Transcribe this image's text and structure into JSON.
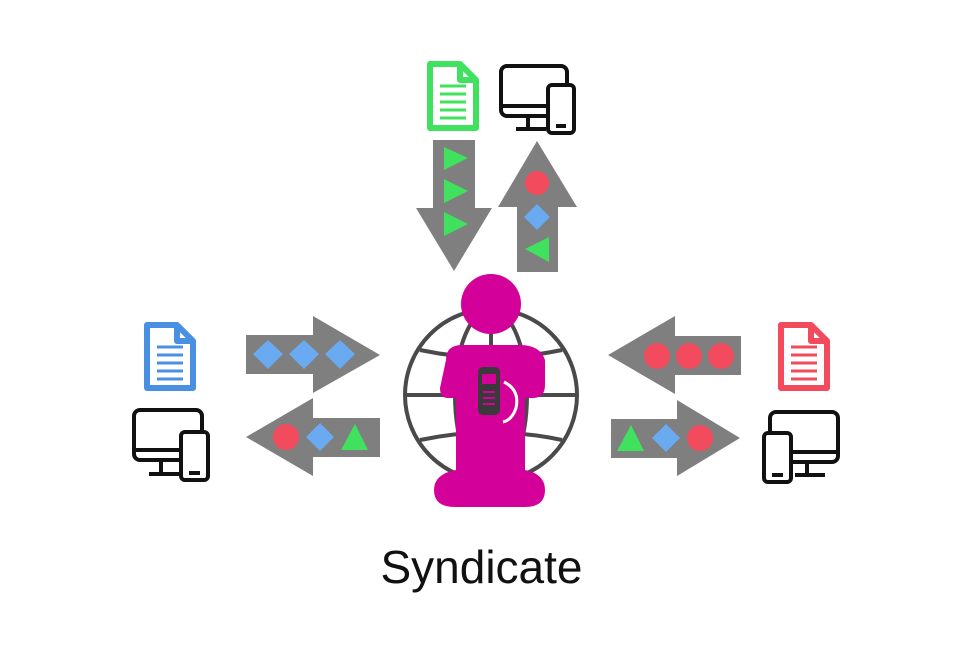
{
  "caption": "Syndicate",
  "colors": {
    "green": "#3fe15e",
    "blue": "#4a90e2",
    "red": "#f14b5d",
    "light_blue": "#6aaaf0",
    "magenta": "#d4009a",
    "arrow_gray": "#7f7f7f",
    "globe_gray": "#4a4a4a"
  },
  "nodes": [
    {
      "id": "top",
      "document_color": "green"
    },
    {
      "id": "left",
      "document_color": "blue"
    },
    {
      "id": "right",
      "document_color": "red"
    }
  ],
  "icons": [
    "document-icon",
    "desktop-monitor-icon",
    "mobile-phone-icon",
    "globe-icon",
    "information-person-icon"
  ]
}
